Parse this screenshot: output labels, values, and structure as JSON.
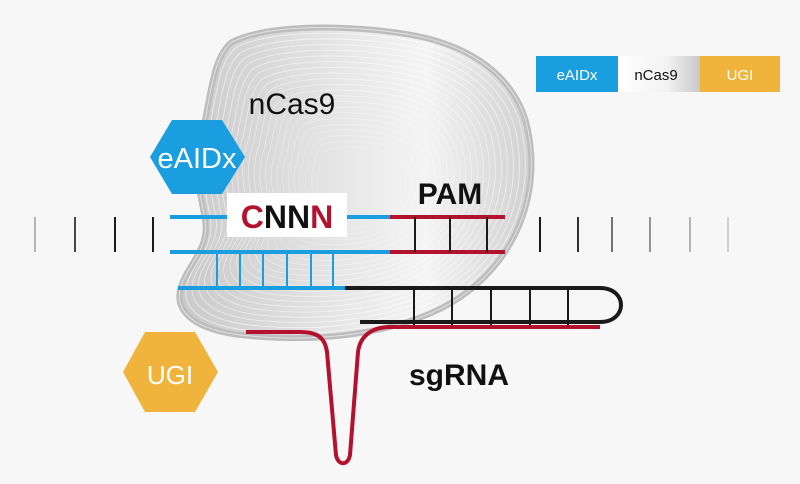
{
  "legend": {
    "items": [
      {
        "label": "eAIDx",
        "color": "#1a9ee0",
        "text_color": "#ffffff"
      },
      {
        "label": "nCas9",
        "color": "#d9d9d9",
        "text_color": "#111111"
      },
      {
        "label": "UGI",
        "color": "#f0b43c",
        "text_color": "#ffffff"
      }
    ]
  },
  "labels": {
    "protein": "nCas9",
    "deaminase": "eAIDx",
    "inhibitor": "UGI",
    "pam": "PAM",
    "sgrna": "sgRNA",
    "target_motif": [
      {
        "char": "C",
        "color": "#b3122e"
      },
      {
        "char": "N",
        "color": "#111111"
      },
      {
        "char": "N",
        "color": "#111111"
      },
      {
        "char": "N",
        "color": "#b3122e"
      }
    ]
  },
  "colors": {
    "blue": "#1a9ee0",
    "red": "#b3122e",
    "orange": "#f0b43c",
    "dna": "#1a1a1a"
  }
}
